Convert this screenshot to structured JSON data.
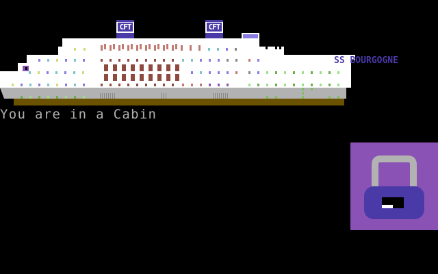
{
  "ship": {
    "name": "SS BOURGOGNE",
    "funnel_label": "CFT",
    "colors": {
      "hull_white": "#ffffff",
      "hull_gray": "#b2b2b2",
      "keel": "#6a5200",
      "accent": "#4a3aa8"
    }
  },
  "message": "You are in a Cabin",
  "inventory": {
    "icon": "padlock-icon",
    "box_color": "#8b52b5",
    "lock_body": "#4a3aa8",
    "shackle": "#b2b2b2"
  }
}
